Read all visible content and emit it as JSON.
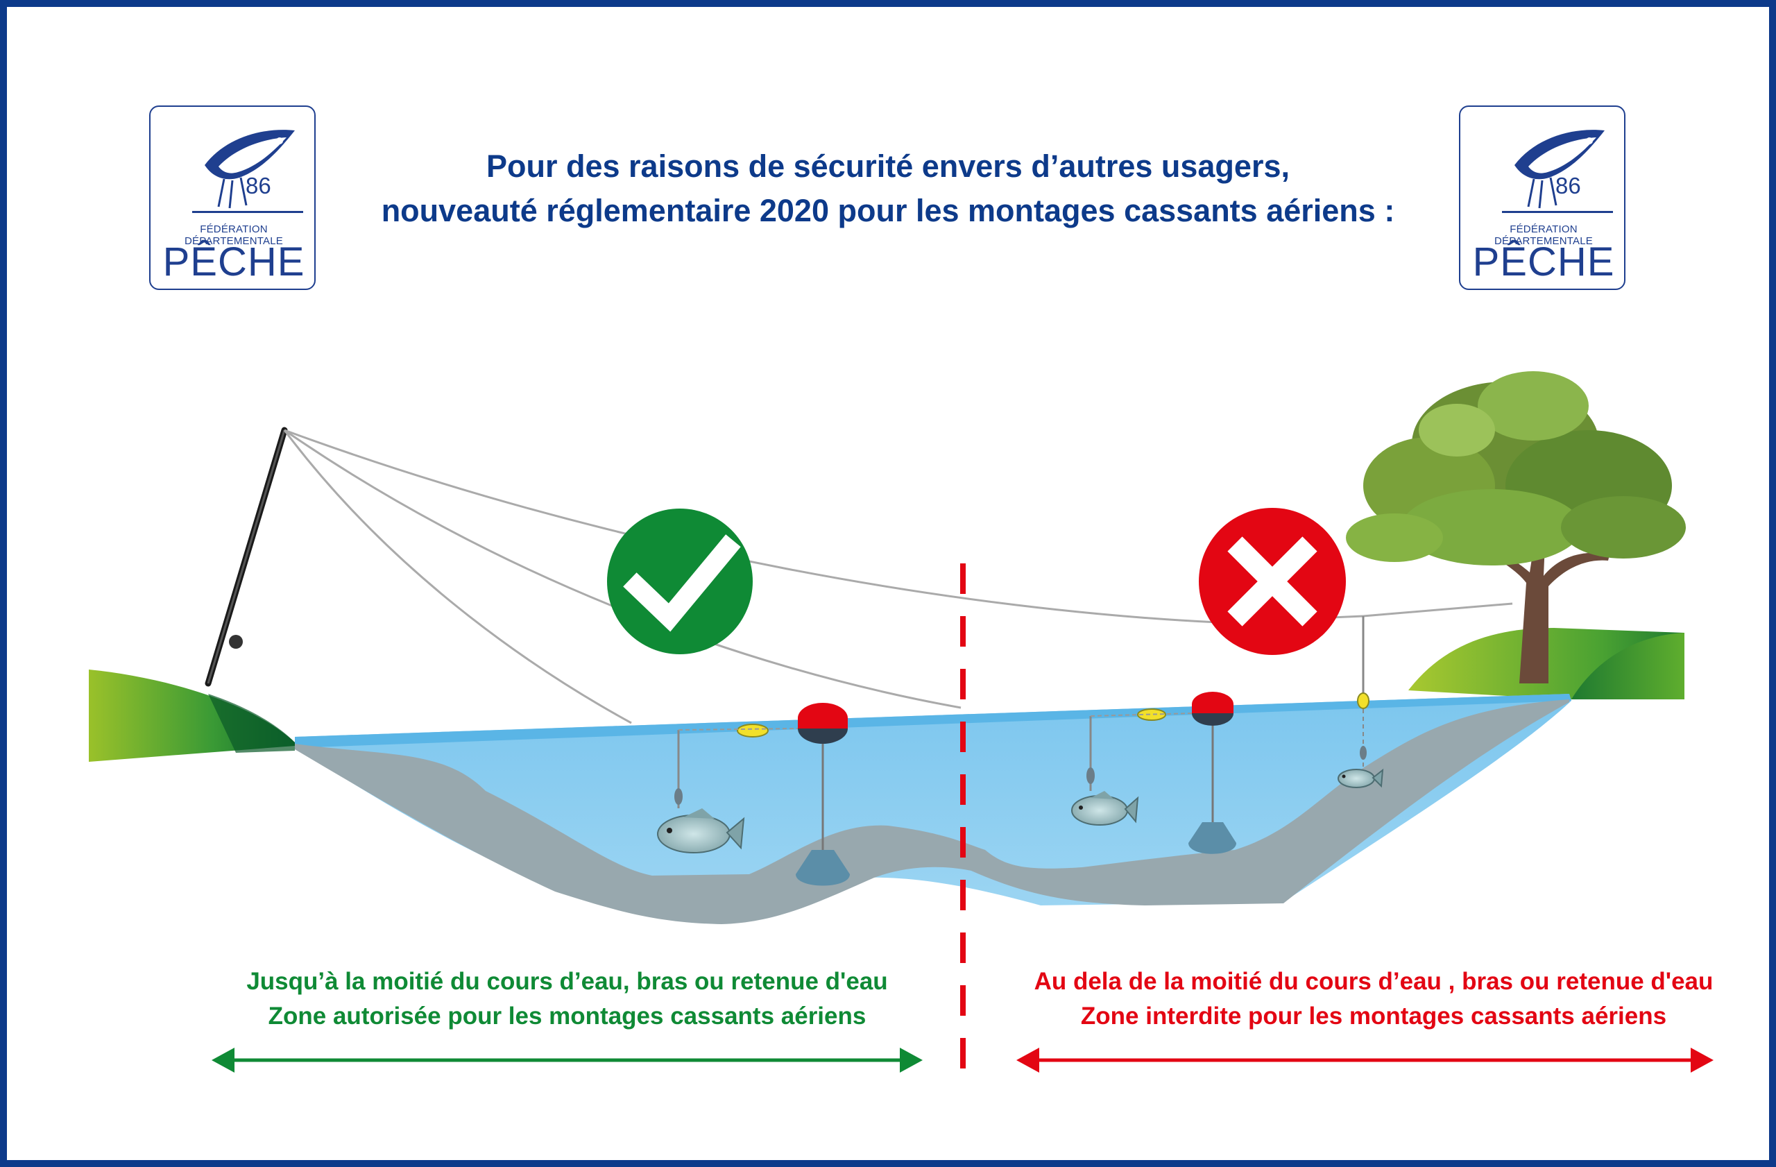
{
  "header": {
    "title_line1": "Pour des raisons de sécurité envers d’autres usagers,",
    "title_line2": "nouveauté réglementaire 2020 pour les montages cassants aériens :"
  },
  "logo": {
    "number": "86",
    "subtitle": "FÉDÉRATION DÉPARTEMENTALE",
    "name": "PÊCHE"
  },
  "zones": {
    "allowed": {
      "line1": "Jusqu’à la moitié du cours d’eau, bras ou retenue d'eau",
      "line2": "Zone autorisée pour les montages cassants aériens",
      "color": "#0f8a35",
      "icon": "check-icon"
    },
    "forbidden": {
      "line1": "Au dela de la moitié du cours d’eau , bras ou retenue d'eau",
      "line2": "Zone interdite pour les montages cassants aériens",
      "color": "#e30613",
      "icon": "cross-icon"
    }
  },
  "colors": {
    "border": "#0d3a8a",
    "water": "#8fd0f0",
    "riverbed": "#98a8ae",
    "bank_green": "#2e8b2e"
  }
}
